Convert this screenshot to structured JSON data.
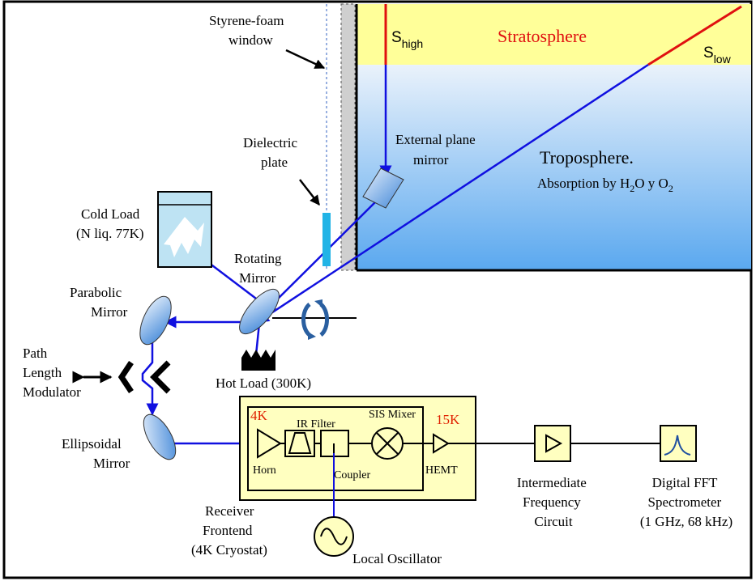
{
  "labels": {
    "styrene_window": [
      "Styrene-foam",
      "window"
    ],
    "stratosphere": "Stratosphere",
    "s_high": {
      "base": "S",
      "sub": "high"
    },
    "s_low": {
      "base": "S",
      "sub": "low"
    },
    "external_mirror": [
      "External plane",
      "mirror"
    ],
    "troposphere": "Troposphere.",
    "absorption": {
      "part1": "Absorption by H",
      "sub1": "2",
      "part2": "O y O",
      "sub2": "2"
    },
    "dielectric_plate": [
      "Dielectric",
      "plate"
    ],
    "cold_load": [
      "Cold Load",
      "(N liq. 77K)"
    ],
    "rotating_mirror": [
      "Rotating",
      "Mirror"
    ],
    "parabolic_mirror": [
      "Parabolic",
      "Mirror"
    ],
    "path_length_modulator": [
      "Path",
      "Length",
      "Modulator"
    ],
    "hot_load": "Hot Load (300K)",
    "ellipsoidal_mirror": [
      "Ellipsoidal",
      "Mirror"
    ],
    "temp_4k": "4K",
    "temp_15k": "15K",
    "ir_filter": "IR Filter",
    "sis_mixer": "SIS Mixer",
    "horn": "Horn",
    "coupler": "Coupler",
    "hemt": "HEMT",
    "receiver_frontend": [
      "Receiver",
      "Frontend",
      "(4K Cryostat)"
    ],
    "local_oscillator": "Local Oscillator",
    "if_circuit": [
      "Intermediate",
      "Frequency",
      "Circuit"
    ],
    "spectrometer": [
      "Digital FFT",
      "Spectrometer",
      "(1 GHz, 68 kHz)"
    ]
  },
  "colors": {
    "beam": "#1010e0",
    "atmosphere_line": "#e01010",
    "stratosphere_fill": "#ffff99",
    "troposphere_top": "#eaf2fb",
    "troposphere_bottom": "#5aa8ef",
    "cryostat_fill": "#ffffc0",
    "temp_label": "#e02000",
    "dielectric": "#22b4e6"
  }
}
